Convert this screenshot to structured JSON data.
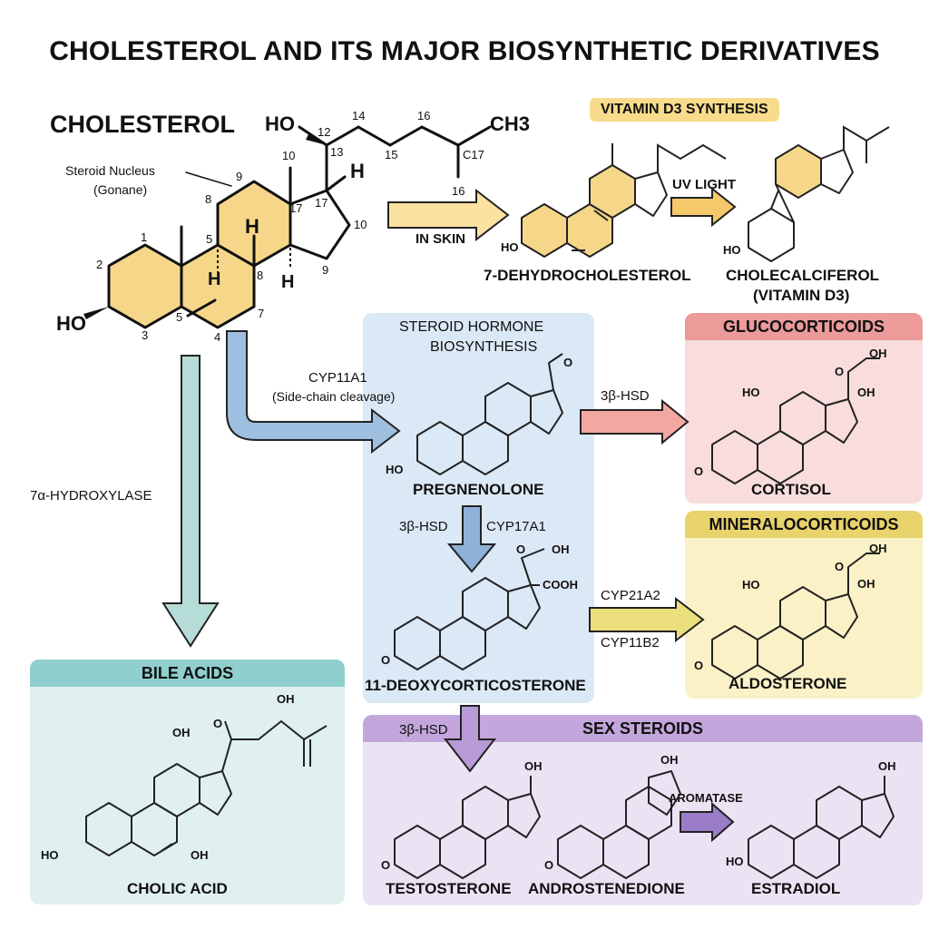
{
  "title": "CHOLESTEROL AND ITS MAJOR BIOSYNTHETIC DERIVATIVES",
  "cholesterol": {
    "name": "CHOLESTEROL",
    "nucleus_label": "Steroid Nucleus",
    "nucleus_sub": "(Gonane)",
    "numbers": [
      "1",
      "2",
      "3",
      "4",
      "5",
      "5",
      "7",
      "8",
      "9",
      "8",
      "9",
      "10",
      "10",
      "12",
      "13",
      "14",
      "15",
      "16",
      "16",
      "17",
      "17",
      "C17"
    ],
    "ho": "HO",
    "ho12": "HO",
    "ch3": "CH3",
    "h": "H"
  },
  "vitd": {
    "tag": "VITAMIN D3 SYNTHESIS",
    "in_skin": "IN SKIN",
    "uv": "UV LIGHT",
    "precursor": "7-DEHYDROCHOLESTEROL",
    "product_line1": "CHOLECALCIFEROL",
    "product_line2": "(VITAMIN D3)"
  },
  "steroid_hormone": {
    "title_line1": "STEROID HORMONE",
    "title_line2": "BIOSYNTHESIS",
    "cyp11a1": "CYP11A1",
    "cleavage": "(Side-chain cleavage)",
    "pregnenolone": "PREGNENOLONE",
    "hsd_left": "3β-HSD",
    "cyp17a1": "CYP17A1",
    "deoxy": "11-DEOXYCORTICOSTERONE",
    "cooh": "COOH"
  },
  "gluco": {
    "head": "GLUCOCORTICOIDS",
    "enzyme": "3β-HSD",
    "product": "CORTISOL"
  },
  "mineralo": {
    "head": "MINERALOCORTICOIDS",
    "enzyme1": "CYP21A2",
    "enzyme2": "CYP11B2",
    "product": "ALDOSTERONE"
  },
  "bile": {
    "enzyme": "7α-HYDROXYLASE",
    "head": "BILE ACIDS",
    "product": "CHOLIC ACID"
  },
  "sex": {
    "head": "SEX STEROIDS",
    "enzyme": "3β-HSD",
    "aromatase": "AROMATASE",
    "testosterone": "TESTOSTERONE",
    "androstenedione": "ANDROSTENEDIONE",
    "estradiol": "ESTRADIOL"
  },
  "atoms": {
    "oh": "OH",
    "ho": "HO",
    "o": "O",
    "h": "H"
  },
  "colors": {
    "yellow_fill": "#f6d78a",
    "vitd_tag": "#f8dc8c",
    "blue_panel": "#dbe8f5",
    "red_panel": "#f9dcdc",
    "red_head": "#ec9a9a",
    "yellow_panel": "#faf1c6",
    "yellow_head": "#e9d36c",
    "teal_panel": "#dff0ef",
    "teal_head": "#8fcfcd",
    "purple_panel": "#ebe3f3",
    "purple_head": "#c3a7dc"
  }
}
